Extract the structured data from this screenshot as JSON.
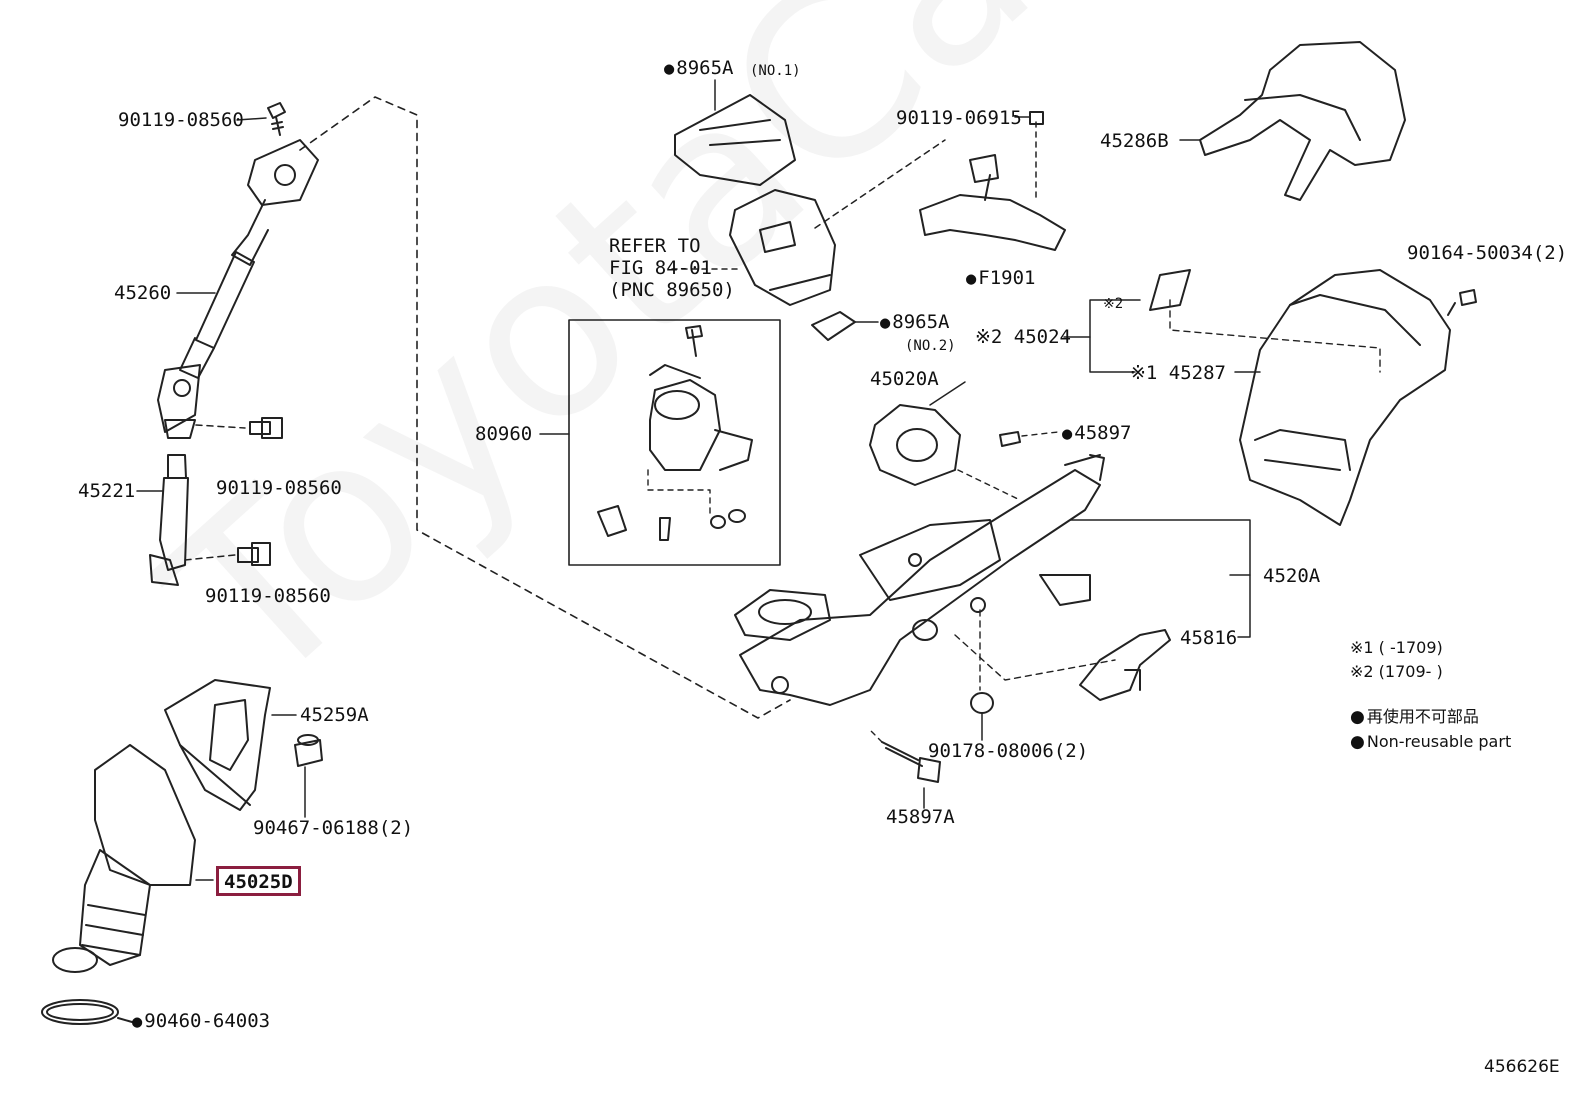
{
  "labels": {
    "p1": "90119-08560",
    "p2": "45260",
    "p3": "90119-08560",
    "p4": "45221",
    "p5": "90119-08560",
    "p6": "45259A",
    "p7": "90467-06188(2)",
    "p8": "45025D",
    "p9": "90460-64003",
    "p10": "8965A",
    "p10n": "(NO.1)",
    "p11a": "REFER TO",
    "p11b": "FIG 84-01",
    "p11c": "(PNC 89650)",
    "p12": "80960",
    "p13": "90119-06915",
    "p14": "F1901",
    "p15": "8965A",
    "p15n": "(NO.2)",
    "p16": "45020A",
    "p17": "45897",
    "p18": "4520A",
    "p19": "45816",
    "p20": "90178-08006(2)",
    "p21": "45897A",
    "p22": "45286B",
    "p23": "90164-50034(2)",
    "p24a": "※2",
    "p24b": "※2 45024",
    "p25": "※1 45287"
  },
  "legend": {
    "note1": "※1 (      -1709)",
    "note2": "※2 (1709-      )",
    "jp": "再使用不可部品",
    "en": "Non-reusable part"
  },
  "sheet_id": "456626E",
  "watermark": "ToyotaCarMine.ru",
  "highlight_color": "#8b1e3f"
}
